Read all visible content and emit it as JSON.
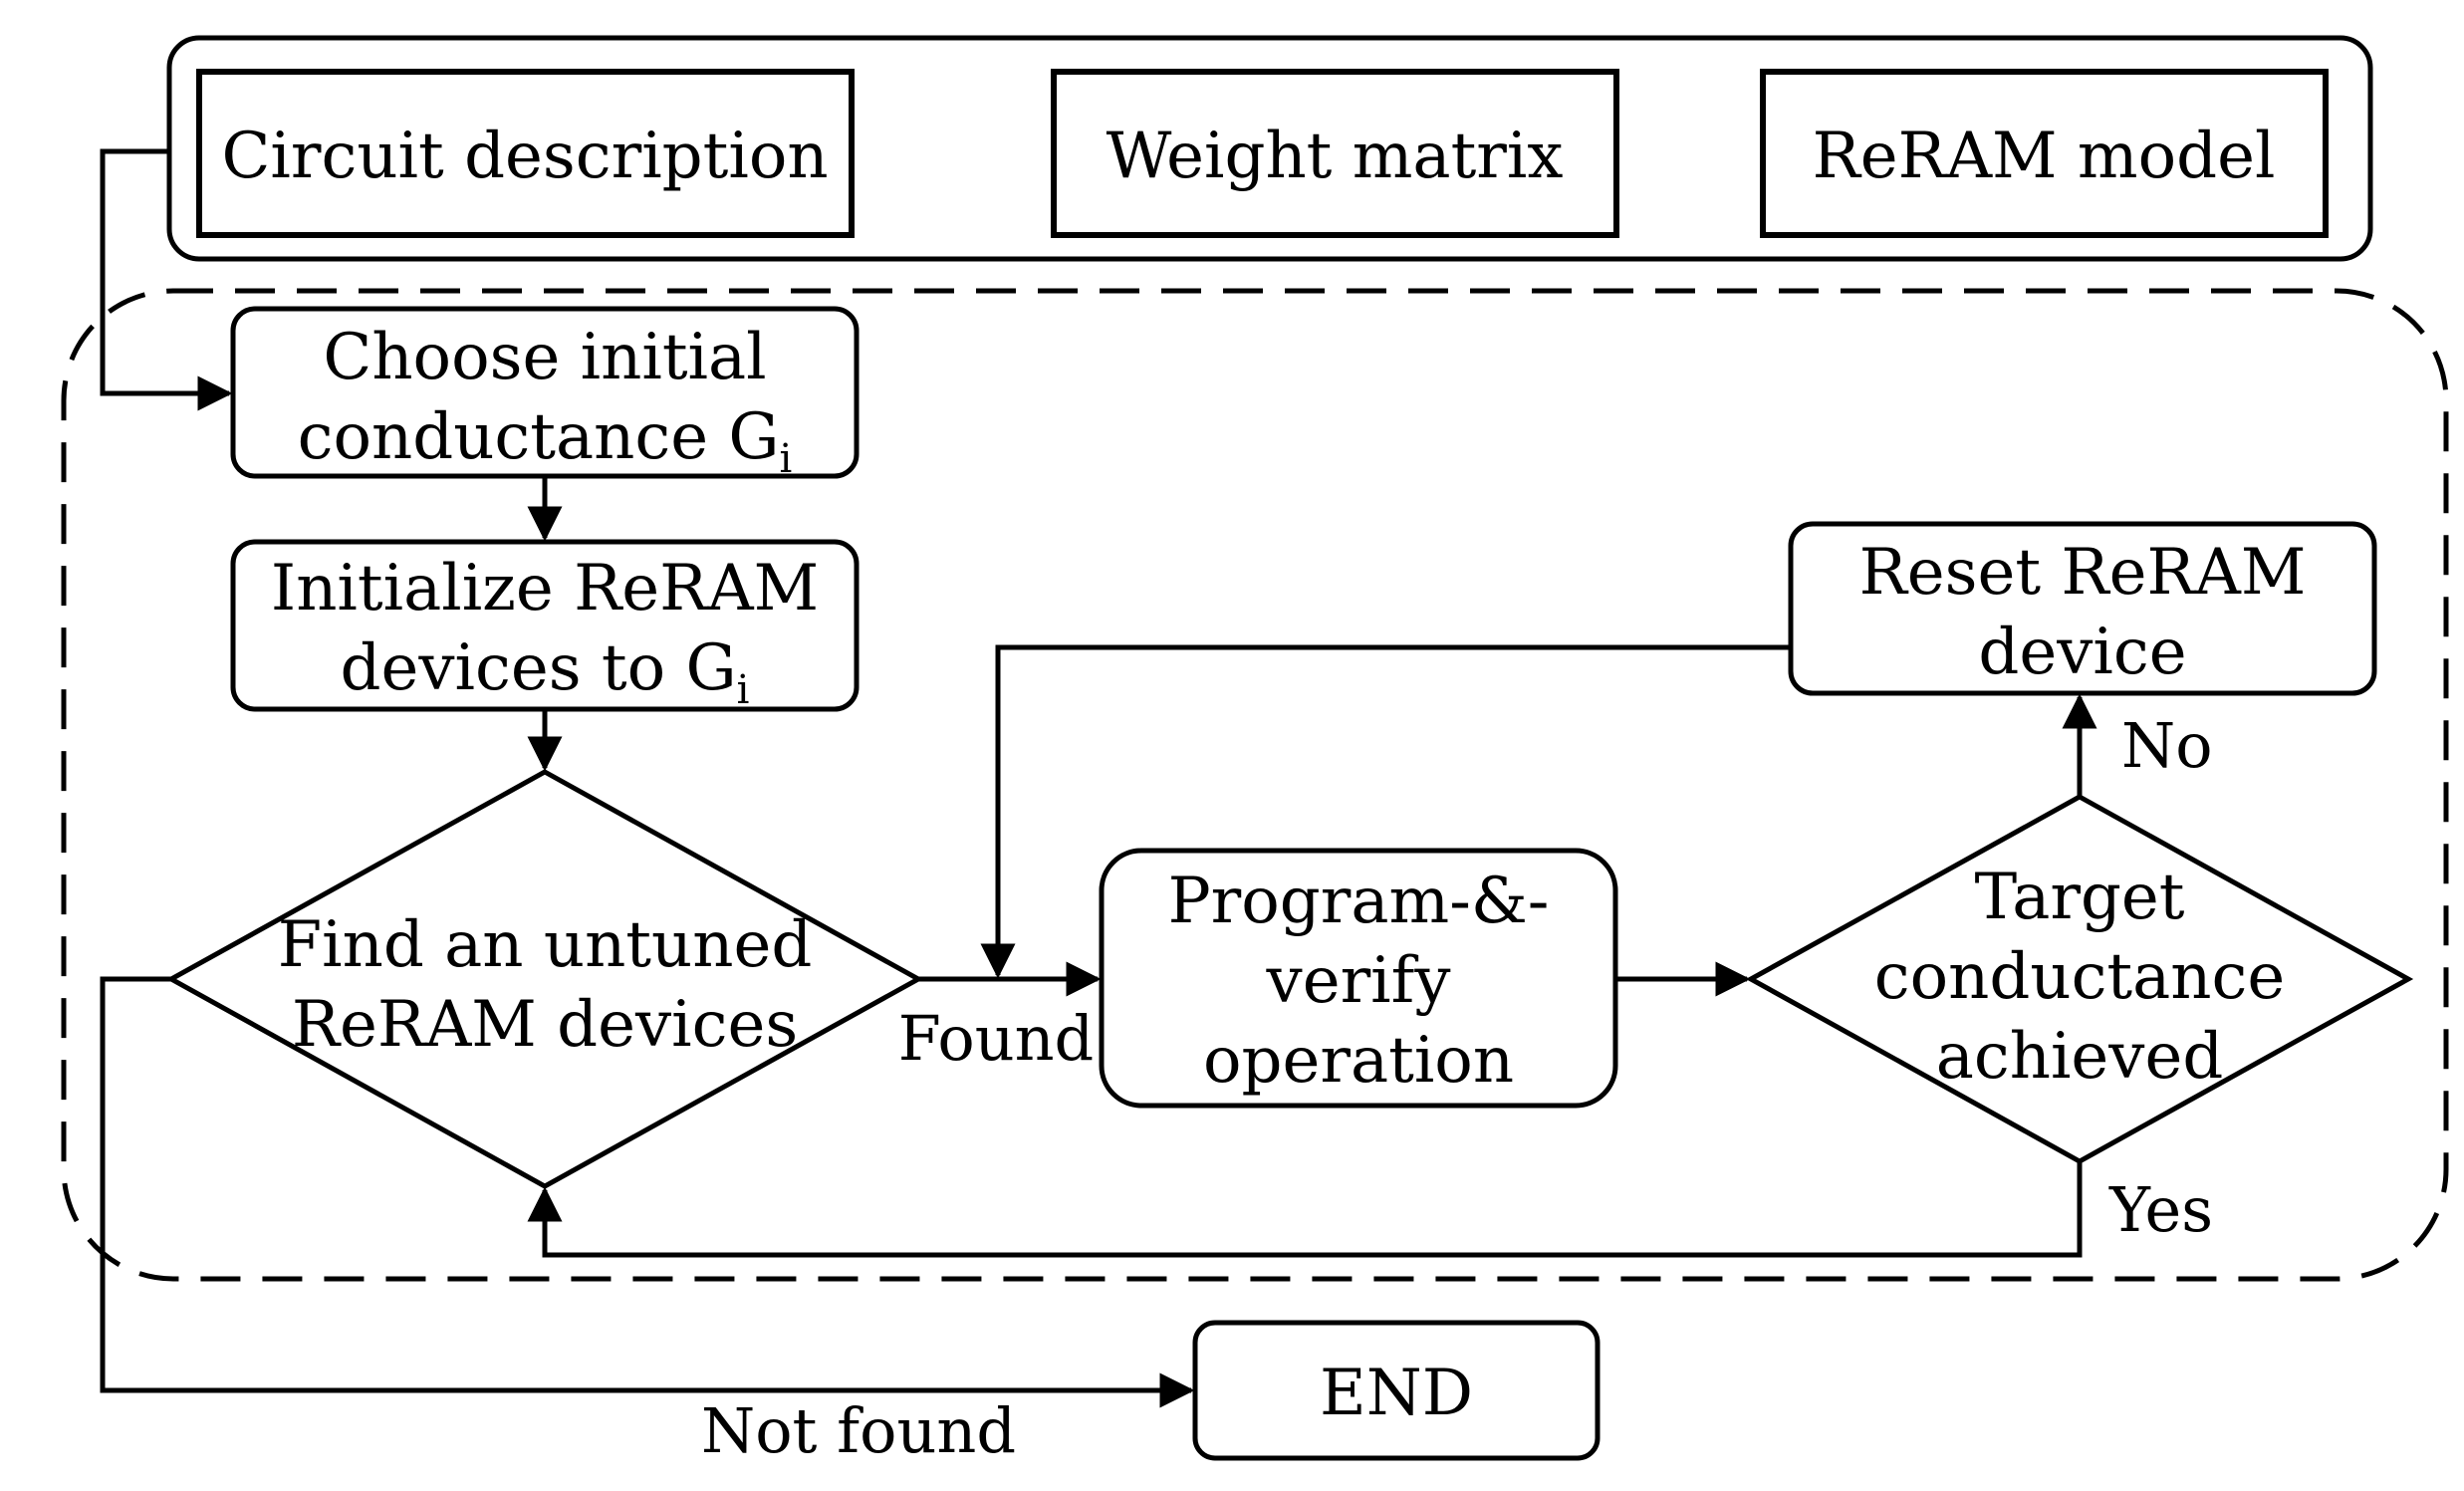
{
  "inputs": {
    "circuit_description": "Circuit description",
    "weight_matrix": "Weight matrix",
    "reram_model": "ReRAM model"
  },
  "nodes": {
    "choose_initial": {
      "line1": "Choose initial",
      "line2": "conductance G",
      "sub": "i"
    },
    "initialize": {
      "line1": "Initialize ReRAM",
      "line2": "devices to G",
      "sub": "i"
    },
    "find_untuned": {
      "line1": "Find an untuned",
      "line2": "ReRAM devices"
    },
    "program_verify": {
      "line1": "Program-&-",
      "line2": "verify",
      "line3": "operation"
    },
    "target_achieved": {
      "line1": "Target",
      "line2": "conductance",
      "line3": "achieved"
    },
    "reset": {
      "line1": "Reset ReRAM",
      "line2": "device"
    },
    "end": {
      "label": "END"
    }
  },
  "edge_labels": {
    "found": "Found",
    "not_found": "Not found",
    "no": "No",
    "yes": "Yes"
  }
}
